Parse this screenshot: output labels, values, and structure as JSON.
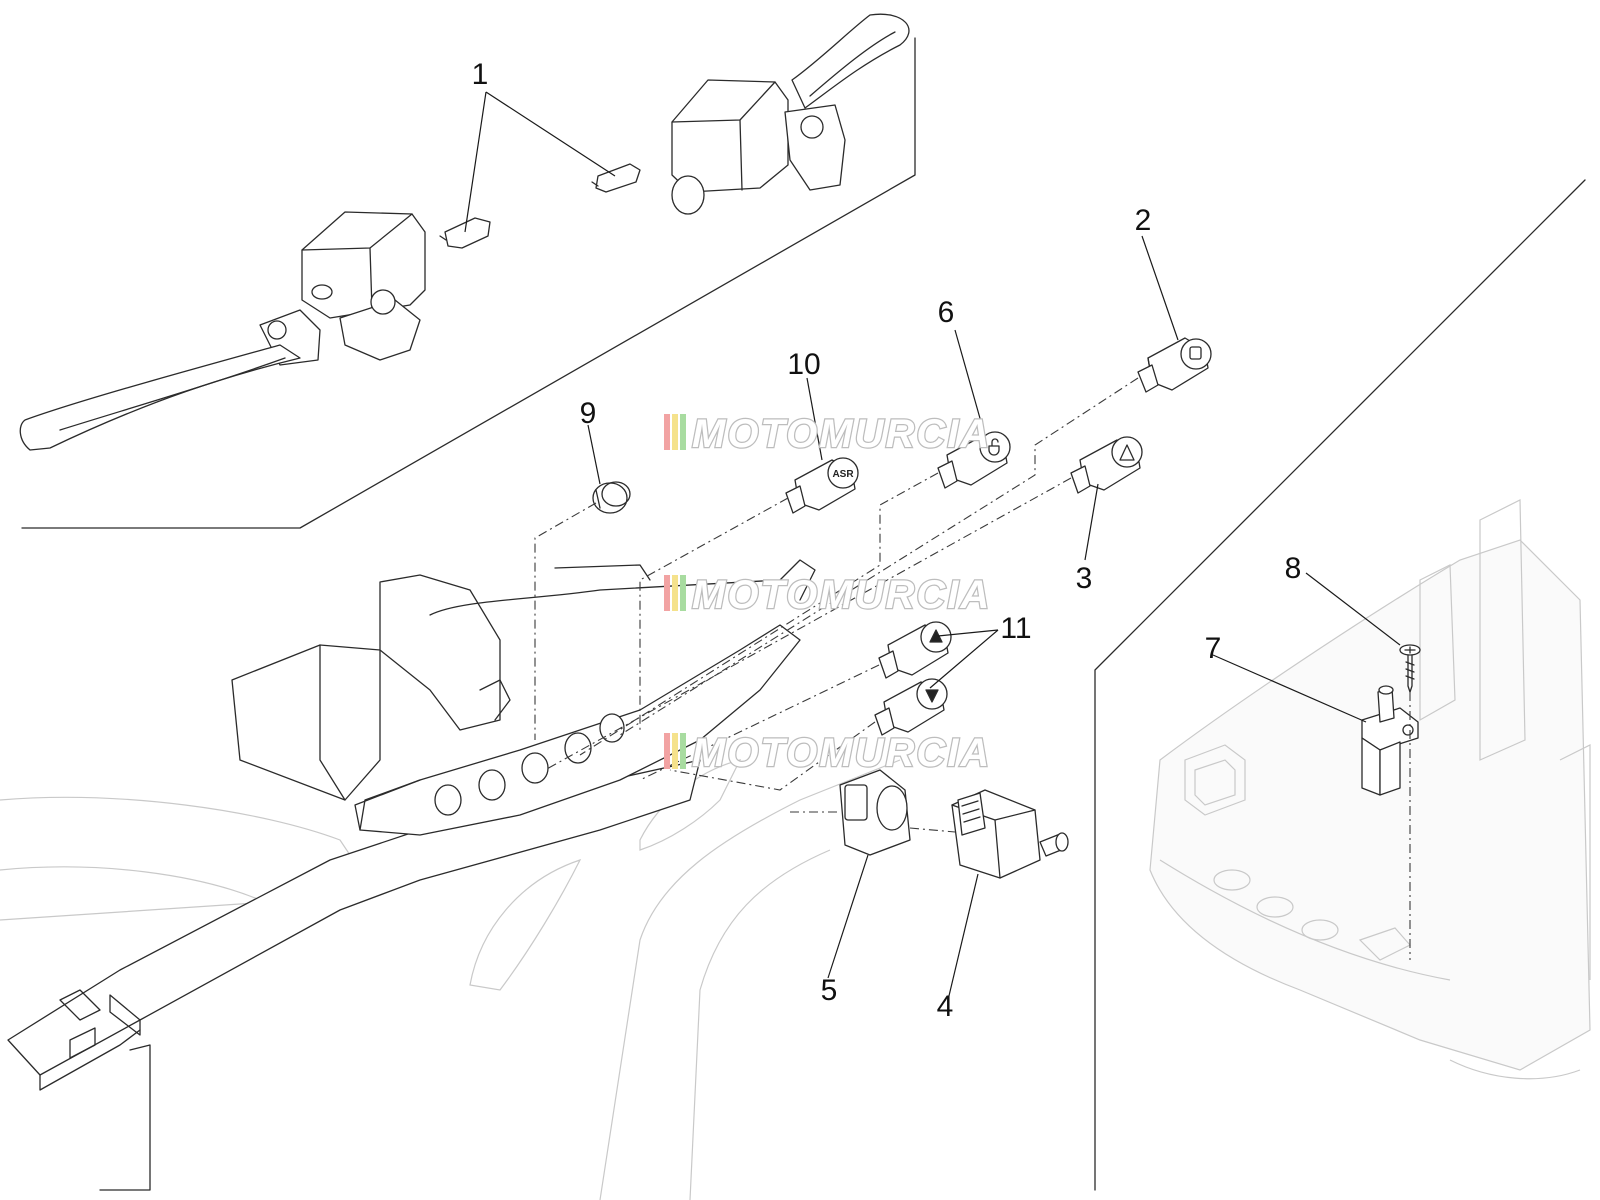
{
  "diagram": {
    "callouts": [
      {
        "id": "1",
        "label": "1"
      },
      {
        "id": "2",
        "label": "2"
      },
      {
        "id": "3",
        "label": "3"
      },
      {
        "id": "4",
        "label": "4"
      },
      {
        "id": "5",
        "label": "5"
      },
      {
        "id": "6",
        "label": "6"
      },
      {
        "id": "7",
        "label": "7"
      },
      {
        "id": "8",
        "label": "8"
      },
      {
        "id": "9",
        "label": "9"
      },
      {
        "id": "10",
        "label": "10"
      },
      {
        "id": "11",
        "label": "11"
      }
    ],
    "button_symbols": {
      "asr": "ASR"
    },
    "watermark": {
      "text": "MOTOMURCIA",
      "stripe_colors": [
        "#f2a3a3",
        "#f5e28c",
        "#a8dca0"
      ]
    }
  }
}
